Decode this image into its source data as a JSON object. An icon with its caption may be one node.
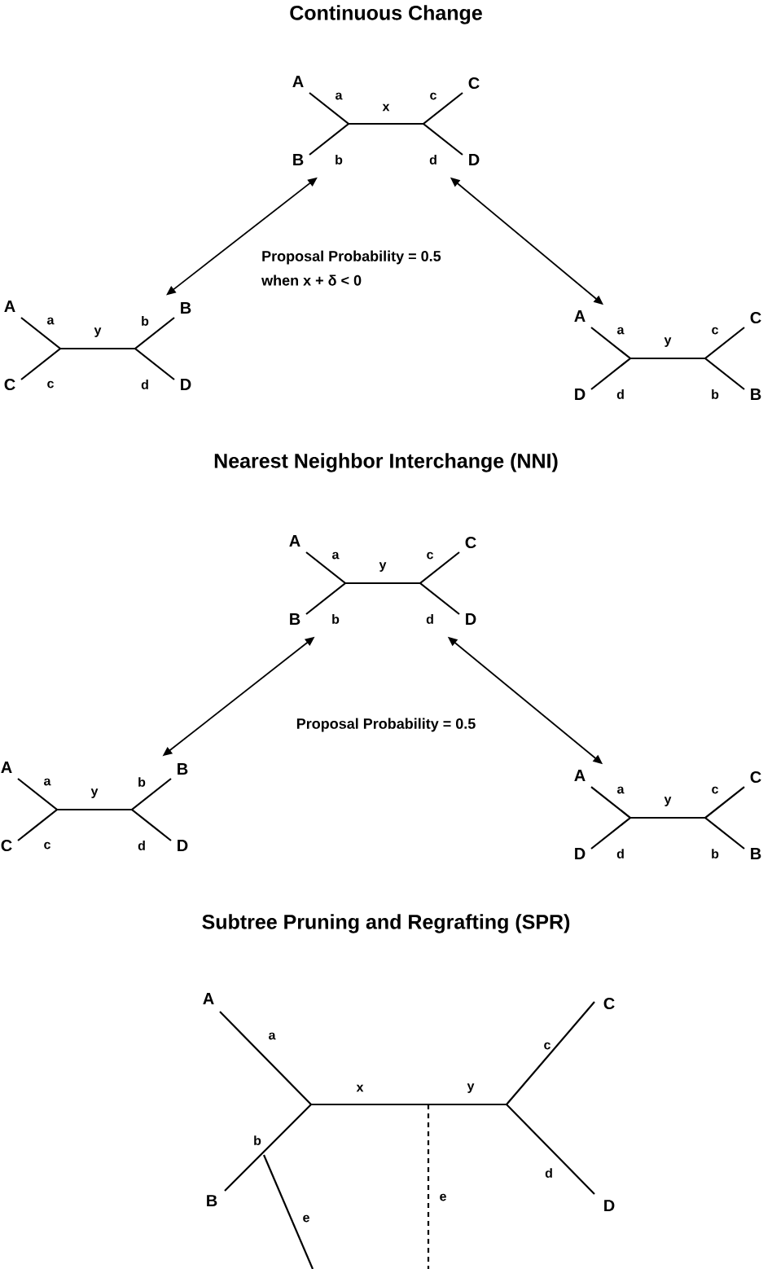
{
  "diagram": {
    "nodes": [
      {
        "text": [
          "A",
          "a",
          "x",
          "c",
          "C",
          "B",
          "b",
          "d",
          "D"
        ]
      },
      {
        "text": [
          "A",
          "a",
          "y",
          "b",
          "B",
          "C",
          "c",
          "d",
          "D"
        ]
      },
      {
        "text": [
          "A",
          "a",
          "y",
          "c",
          "C",
          "D",
          "d",
          "b",
          "B"
        ]
      },
      {
        "text": [
          "A",
          "a",
          "y",
          "c",
          "C",
          "B",
          "b",
          "d",
          "D"
        ]
      },
      {
        "text": [
          "A",
          "a",
          "y",
          "b",
          "B",
          "C",
          "c",
          "d",
          "D"
        ]
      },
      {
        "text": [
          "A",
          "a",
          "y",
          "c",
          "C",
          "D",
          "d",
          "b",
          "B"
        ]
      },
      {
        "text": [
          "A",
          "C",
          "a",
          "c",
          "x",
          "y",
          "b",
          "d",
          "B",
          "e",
          "e",
          "D"
        ]
      }
    ],
    "edges": [
      {
        "from": 0,
        "to": 1,
        "arrow": "both"
      },
      {
        "from": 0,
        "to": 2,
        "arrow": "both"
      },
      {
        "from": 3,
        "to": 4,
        "arrow": "both"
      },
      {
        "from": 3,
        "to": 5,
        "arrow": "both"
      }
    ],
    "labels": [
      "Continuous Change",
      "Proposal Probability = 0.5",
      "when x + δ < 0",
      "Nearest Neighbor Interchange (NNI)",
      "Proposal Probability = 0.5",
      "Subtree Pruning and Regrafting (SPR)"
    ]
  }
}
